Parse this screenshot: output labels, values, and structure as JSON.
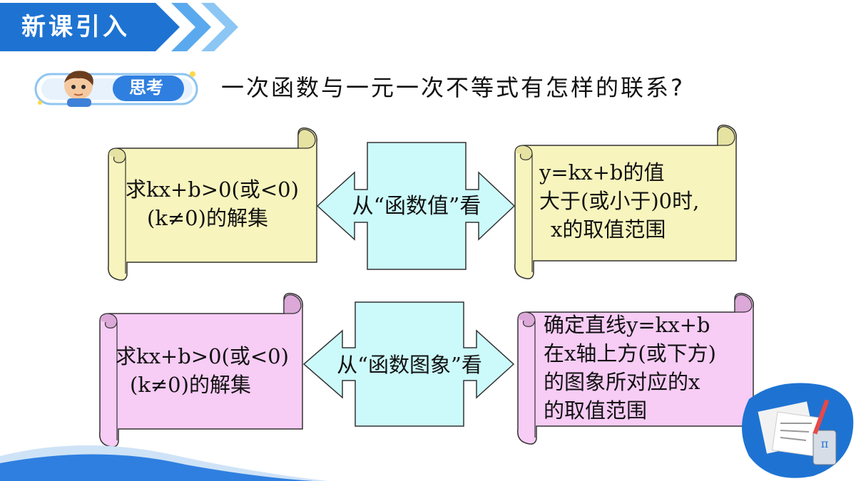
{
  "header": {
    "title": "新课引入"
  },
  "think": {
    "label": "思考"
  },
  "question": "一次函数与一元一次不等式有怎样的联系?",
  "row1": {
    "left": {
      "line1": "求kx+b>0(或<0)",
      "line2": "(k≠0)的解集"
    },
    "arrow_label": "从“函数值”看",
    "right": {
      "line1": "y=kx+b的值",
      "line2": "大于(或小于)0时,",
      "line3": "x的取值范围"
    }
  },
  "row2": {
    "left": {
      "line1": "求kx+b>0(或<0)",
      "line2": "(k≠0)的解集"
    },
    "arrow_label": "从“函数图象”看",
    "right": {
      "line1": "确定直线y=kx+b",
      "line2": "在x轴上方(或下方)",
      "line3": "的图象所对应的x",
      "line4": "的取值范围"
    }
  },
  "colors": {
    "banner": "#1e73d2",
    "yellow_scroll": "#f7f4bd",
    "pink_scroll": "#f7ccf5",
    "arrow_fill": "#ccfafa"
  }
}
